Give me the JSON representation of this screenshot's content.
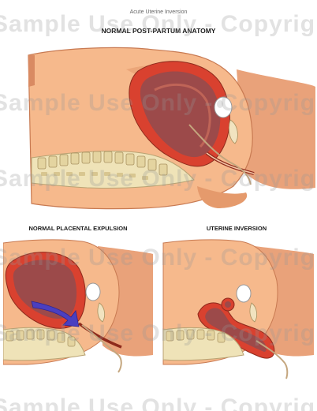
{
  "header": {
    "small_title": "Acute Uterine Inversion",
    "main_title": "NORMAL POST-PARTUM ANATOMY"
  },
  "panels": {
    "placental_title": "NORMAL PLACENTAL EXPULSION",
    "inversion_title": "UTERINE INVERSION"
  },
  "watermark": {
    "text": "Sample Use Only - Copyright"
  },
  "colors": {
    "skin": "#f6b98c",
    "skin_shadow": "#e59a6c",
    "uterus_wall": "#d9412f",
    "uterus_cavity": "#9c4a4a",
    "spine": "#efe3b8",
    "bladder": "#ffffff",
    "placenta_arrow": "#4b3fc0"
  }
}
